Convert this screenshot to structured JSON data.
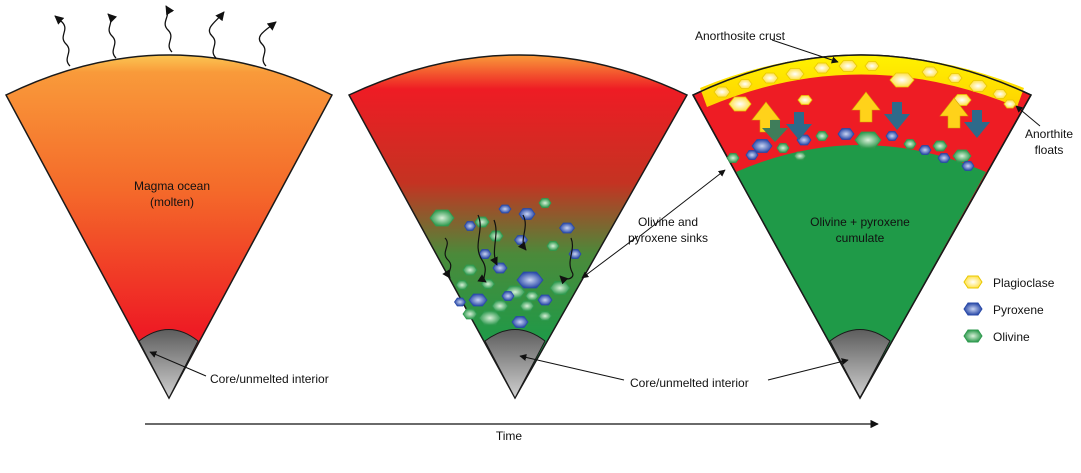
{
  "labels": {
    "magma_ocean_line1": "Magma ocean",
    "magma_ocean_line2": "(molten)",
    "core_left": "Core/unmelted interior",
    "core_shared": "Core/unmelted interior",
    "sinks_line1": "Olivine and",
    "sinks_line2": "pyroxene sinks",
    "anorthosite_crust": "Anorthosite crust",
    "anorthite_line1": "Anorthite",
    "anorthite_line2": "floats",
    "cumulate_line1": "Olivine + pyroxene",
    "cumulate_line2": "cumulate",
    "time": "Time"
  },
  "legend": [
    {
      "label": "Plagioclase",
      "color": "#ffef3a"
    },
    {
      "label": "Pyroxene",
      "color": "#3d5bb3"
    },
    {
      "label": "Olivine",
      "color": "#2f9a4f"
    }
  ],
  "colors": {
    "molten_orange": "#f7892e",
    "molten_red": "#ee1c24",
    "core_gray": "#7a7a7a",
    "cumulate_green": "#1f9a48",
    "crust_yellow": "#fff200"
  }
}
